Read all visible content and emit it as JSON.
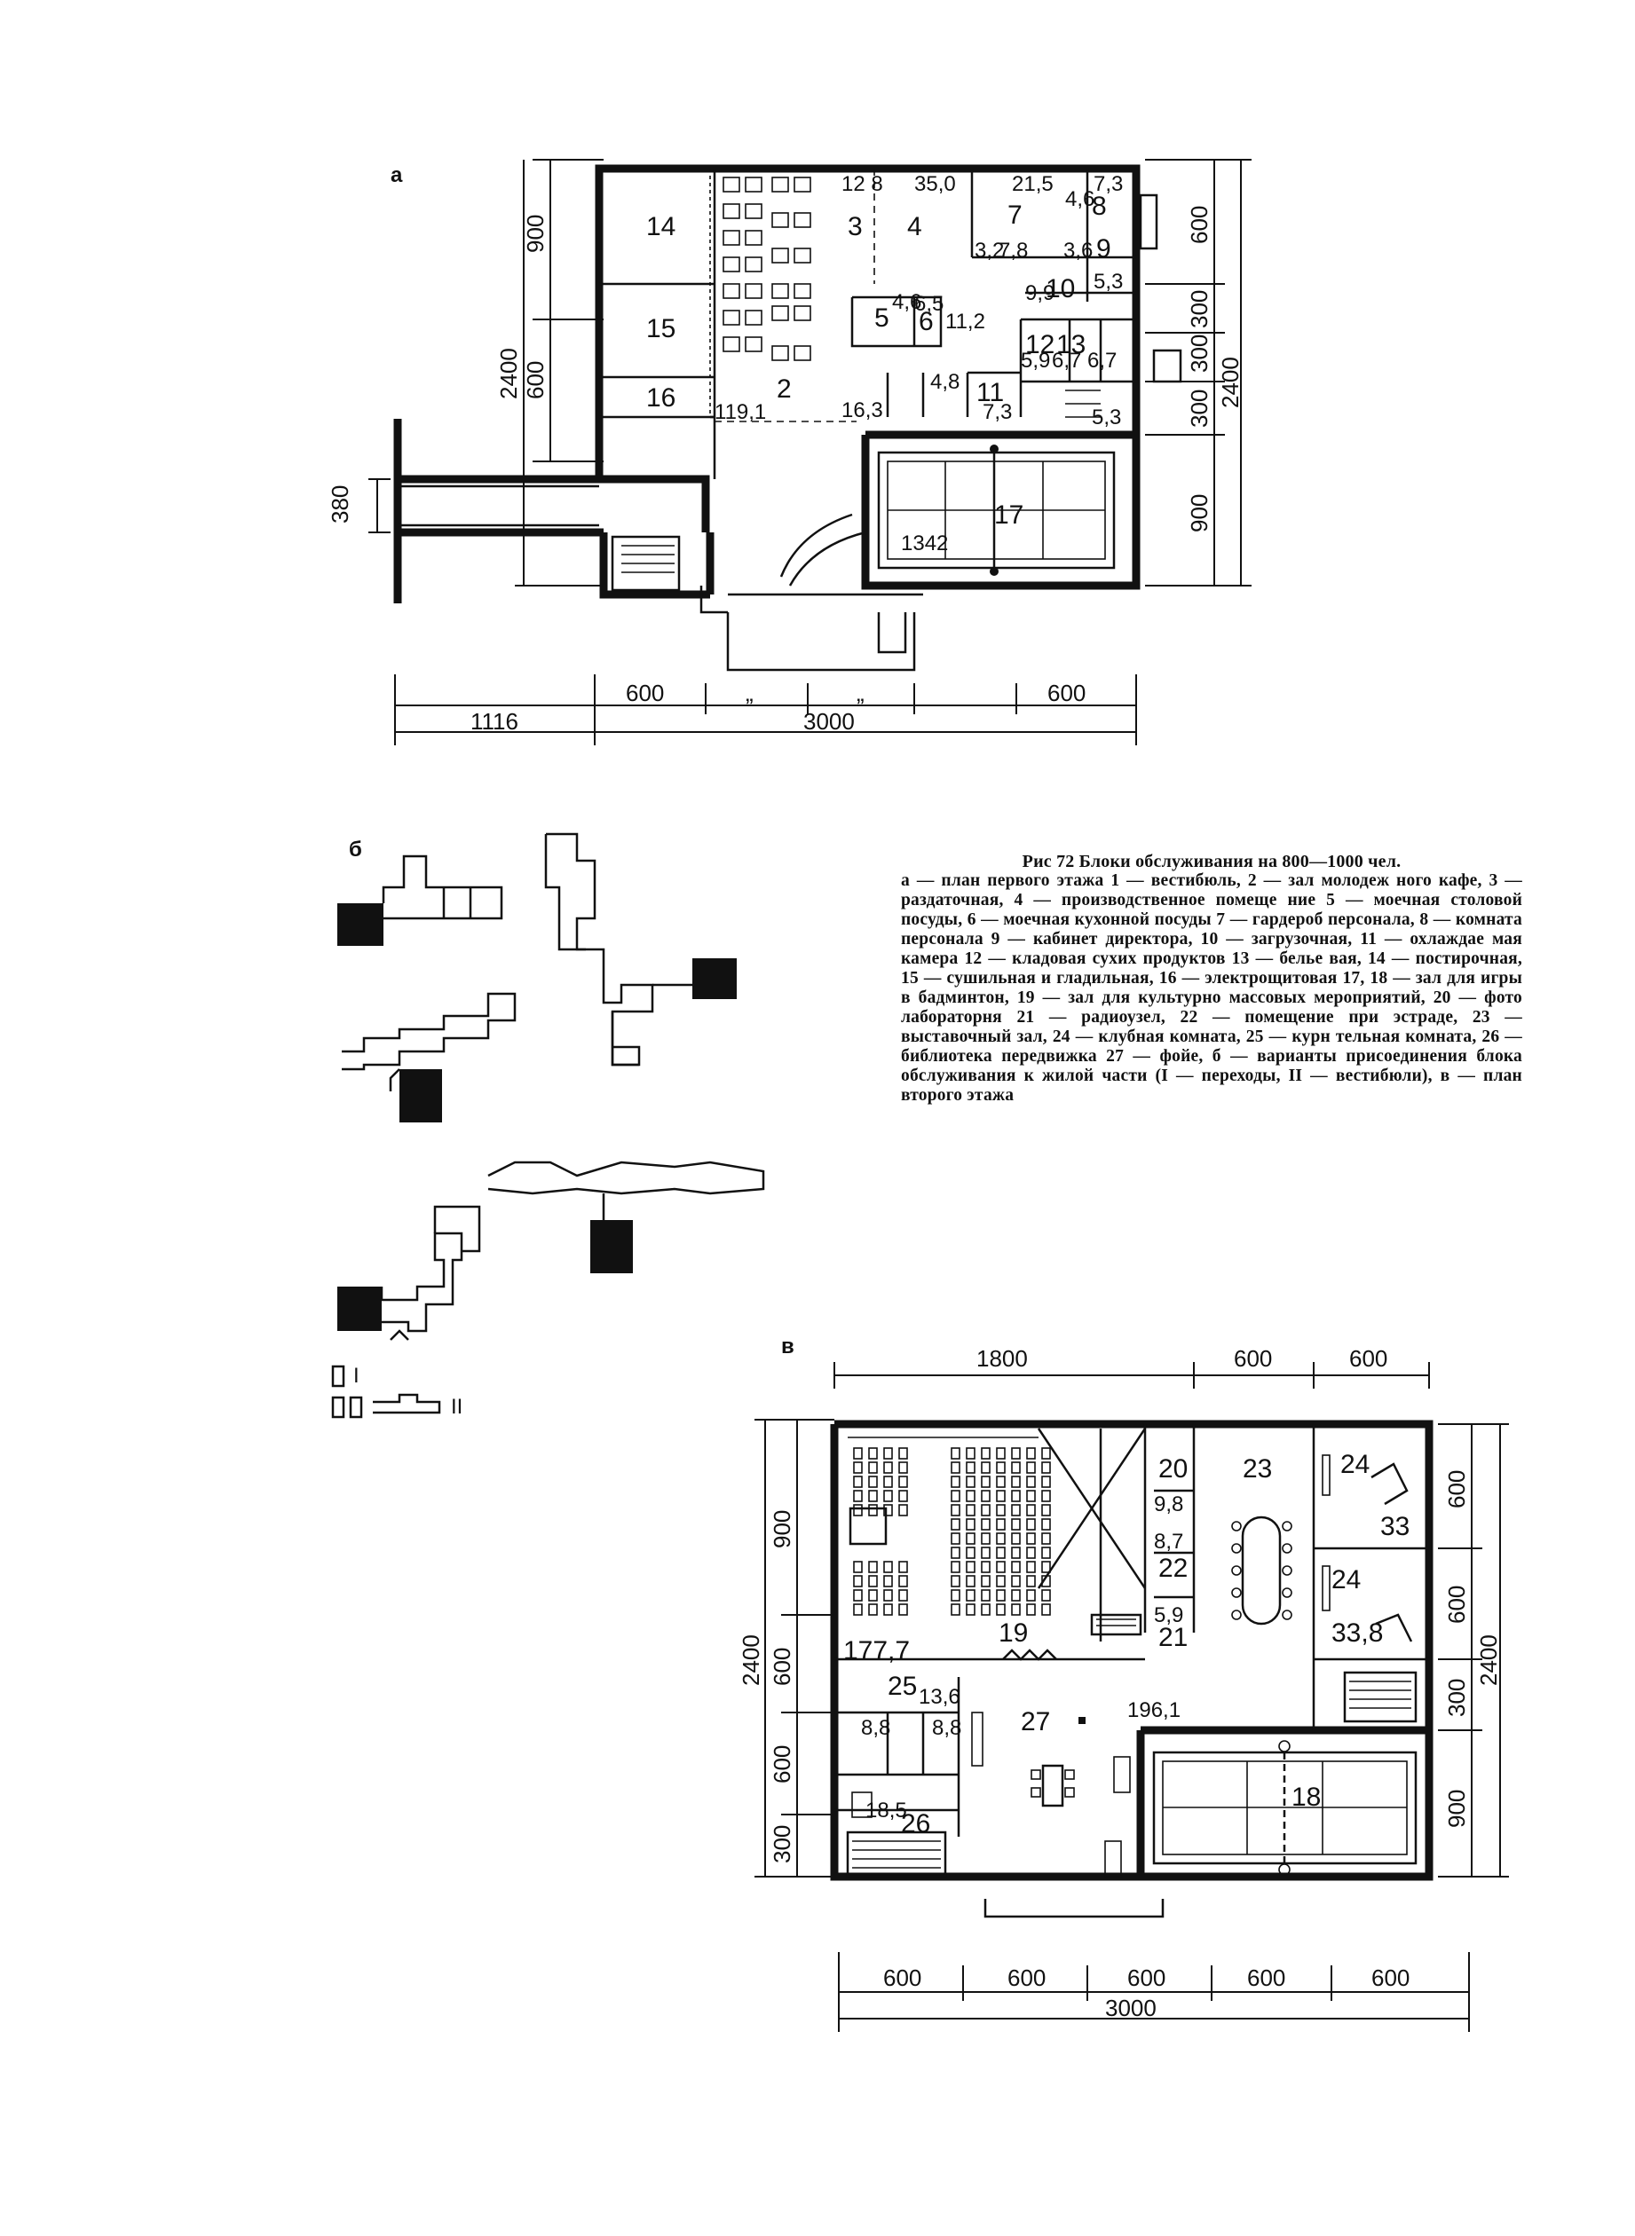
{
  "sections": {
    "a": "а",
    "b": "б",
    "c": "в"
  },
  "caption": {
    "title": "Рис 72 Блоки обслуживания на 800—1000 чел.",
    "body": "а — план первого этажа 1 — вестибюль, 2 — зал молодеж ного кафе, 3 — раздаточная, 4 — производственное помеще ние 5 — моечная столовой посуды, 6 — моечная кухонной посуды 7 — гардероб персонала, 8 — комната персонала 9 — кабинет директора, 10 — загрузочная, 11 — охлаждае мая камера 12 — кладовая сухих продуктов 13 — белье вая, 14 — постирочная, 15 — сушильная и гладильная, 16 — электрощитовая 17, 18 — зал для игры в бадминтон, 19 — зал для культурно массовых мероприятий, 20 — фото лабораторня 21 — радиоузел, 22 — помещение при эстраде, 23 — выставочный зал, 24 — клубная комната, 25 — курн тельная комната, 26 — библиотека передвижка 27 — фойе, б — варианты присоединения блока обслуживания к жилой части (I — переходы, II — вестибюли), в — план второго этажа"
  },
  "plan_a": {
    "room_numbers": [
      "14",
      "15",
      "16",
      "2",
      "3",
      "4",
      "5",
      "6",
      "7",
      "8",
      "9",
      "10",
      "11",
      "12",
      "13",
      "17"
    ],
    "areas": [
      "12 8",
      "35,0",
      "21,5",
      "7,3",
      "4,6",
      "3,6",
      "5,3",
      "9,9",
      "11,2",
      "4,6",
      "6,5",
      "5,9",
      "6,7",
      "6,7",
      "4,8",
      "7,3",
      "5,3",
      "3,2",
      "7,8",
      "119,1",
      "16,3",
      "1342"
    ],
    "dims_left": [
      "900",
      "2400",
      "600",
      "380"
    ],
    "dims_right": [
      "600",
      "300",
      "300",
      "300",
      "2400",
      "900"
    ],
    "dims_bottom_top": [
      "600",
      "„",
      "„",
      "600"
    ],
    "dims_bottom": [
      "1116",
      "3000"
    ]
  },
  "plan_b": {
    "legend": [
      "I",
      "II"
    ]
  },
  "plan_c": {
    "room_numbers": [
      "20",
      "22",
      "21",
      "23",
      "24",
      "24",
      "19",
      "25",
      "26",
      "27",
      "18"
    ],
    "areas": [
      "9,8",
      "8,7",
      "5,9",
      "33",
      "33,8",
      "177,7",
      "13,6",
      "8,8",
      "8,8",
      "18,5",
      "196,1"
    ],
    "dims_top": [
      "1800",
      "600",
      "600"
    ],
    "dims_left": [
      "2400",
      "900",
      "600",
      "600",
      "300"
    ],
    "dims_right": [
      "600",
      "600",
      "300",
      "2400",
      "900"
    ],
    "dims_bottom": [
      "600",
      "600",
      "600",
      "600",
      "600"
    ],
    "dims_bottom_total": "3000"
  }
}
